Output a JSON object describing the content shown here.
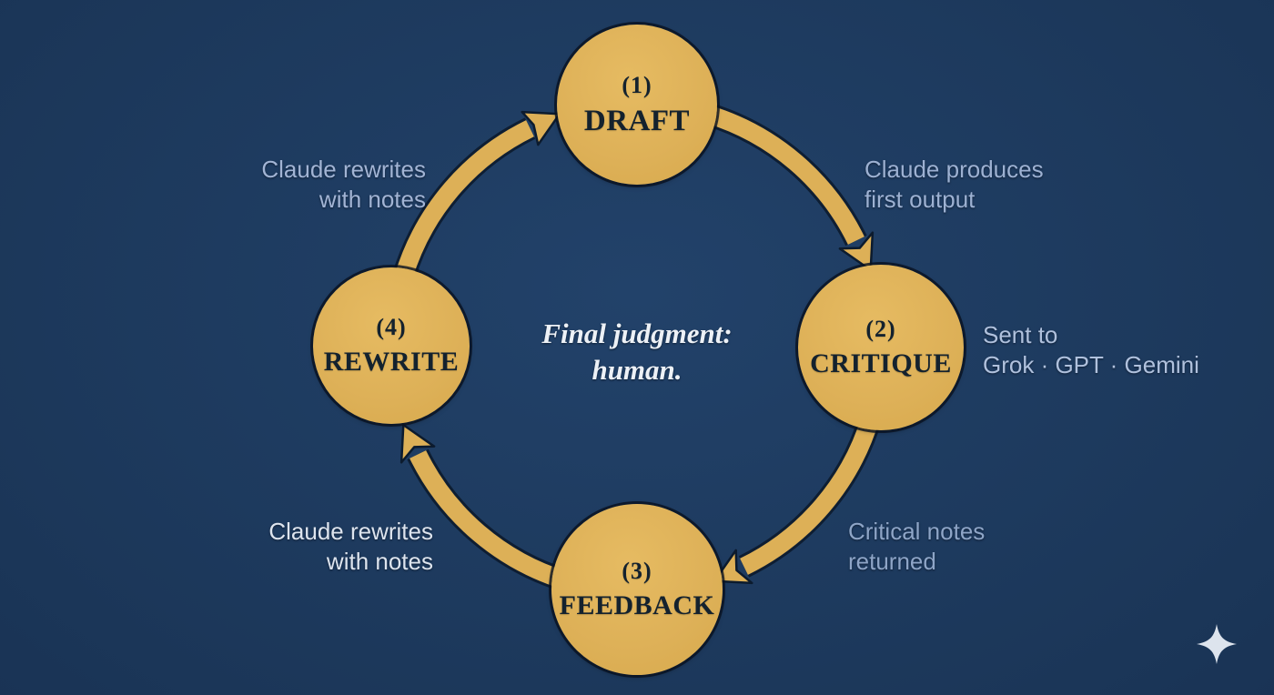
{
  "diagram": {
    "title_caption": {
      "line1": "Final judgment:",
      "line2": "human."
    },
    "nodes": [
      {
        "id": "draft",
        "number": "(1)",
        "label": "DRAFT"
      },
      {
        "id": "critique",
        "number": "(2)",
        "label": "CRITIQUE"
      },
      {
        "id": "feedback",
        "number": "(3)",
        "label": "FEEDBACK"
      },
      {
        "id": "rewrite",
        "number": "(4)",
        "label": "REWRITE"
      }
    ],
    "annotations": [
      {
        "id": "rewrite-to-draft",
        "line1": "Claude rewrites",
        "line2": "with notes"
      },
      {
        "id": "draft-to-critique",
        "line1": "Claude produces",
        "line2": "first output"
      },
      {
        "id": "critique-recipients",
        "line1": "Sent to",
        "line2": "Grok · GPT · Gemini"
      },
      {
        "id": "critique-to-feedback",
        "line1": "Critical notes",
        "line2": "returned"
      },
      {
        "id": "feedback-to-rewrite",
        "line1": "Claude rewrites",
        "line2": "with notes"
      }
    ],
    "icons": {
      "footer_mark": "four-pointed-star-sparkle"
    },
    "colors": {
      "background": "#1b3658",
      "node_fill": "#ddb057",
      "node_text": "#14222e",
      "arrow": "#ddb057",
      "arrow_outline": "#0c1b2e",
      "annotation_text": "#a2b4d4",
      "center_text": "#edf1f6",
      "sparkle": "#dde4ed"
    }
  }
}
